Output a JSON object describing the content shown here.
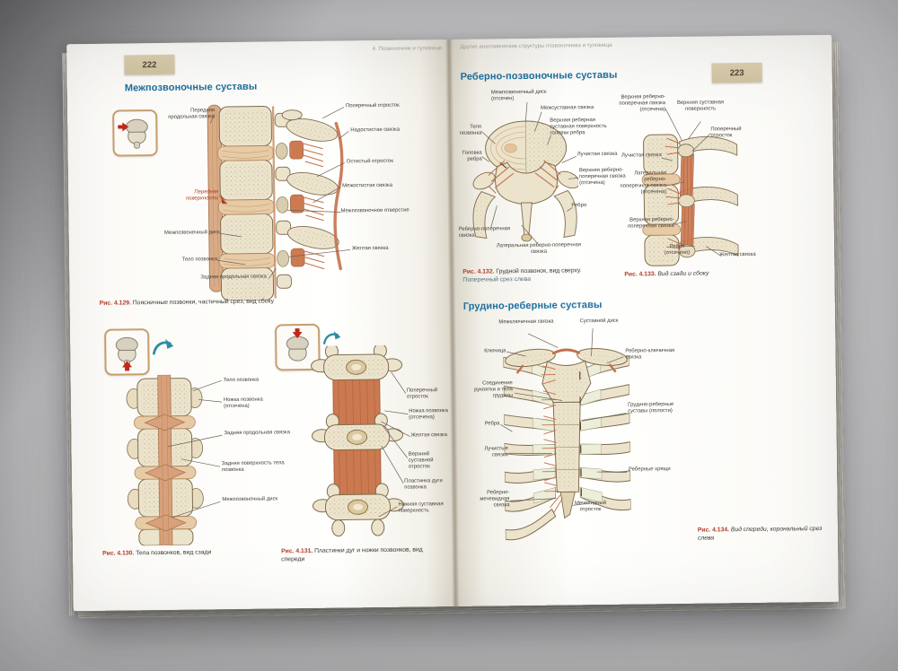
{
  "colors": {
    "section_title": "#1e6f9e",
    "caption_number": "#b23b26",
    "tab_background": "#d7caa8",
    "ligament_accent": "#c4704b"
  },
  "left_page": {
    "page_number": "222",
    "running_header": "4. Позвоночник и туловище",
    "section_title": "Межпозвоночные суставы",
    "fig129": {
      "labels": [
        "Передняя продольная связка",
        "Передняя поверхность",
        "Межпозвоночный диск",
        "Тело позвонка",
        "Задняя продольная связка",
        "Поперечный отросток",
        "Надостистая связка",
        "Остистый отросток",
        "Межостистая связка",
        "Межпозвоночное отверстие",
        "Желтая связка"
      ],
      "caption_label": "Рис. 4.129.",
      "caption_text": "Поясничные позвонки, частичный срез, вид сбоку"
    },
    "fig130": {
      "labels": [
        "Тело позвонка",
        "Ножка позвонка (отсечена)",
        "Задняя продольная связка",
        "Задняя поверхность тела позвонка",
        "Межпозвоночный диск"
      ],
      "caption_label": "Рис. 4.130.",
      "caption_text": "Тела позвонков, вид сзади"
    },
    "fig131": {
      "labels": [
        "Поперечный отросток",
        "Ножка позвонка (отсечена)",
        "Желтая связка",
        "Верхний суставной отросток",
        "Пластинка дуги позвонка",
        "Нижняя суставная поверхность"
      ],
      "caption_label": "Рис. 4.131.",
      "caption_text": "Пластинки дуг и ножки позвонков, вид спереди"
    }
  },
  "right_page": {
    "page_number": "223",
    "running_header": "Другие анатомические структуры позвоночника и туловища",
    "section_title_costovertebral": "Реберно-позвоночные суставы",
    "section_title_sternocostal": "Грудино-реберные суставы",
    "fig132": {
      "labels": [
        "Межпозвоночный диск (отсечен)",
        "Межсуставная связка",
        "Верхняя реберная суставная поверхность головки ребра",
        "Лучистая связка",
        "Верхняя реберно-поперечная связка (отсечена)",
        "Ребро",
        "Тело позвонка",
        "Головка ребра",
        "Реберно-поперечная связка",
        "Латеральная реберно-поперечная связка"
      ],
      "caption_label": "Рис. 4.132.",
      "caption_text": "Грудной позвонок, вид сверху.",
      "caption_text2": "Поперечный срез слева"
    },
    "fig133": {
      "labels": [
        "Верхняя реберно-поперечная связка (отсечена)",
        "Верхняя суставная поверхность",
        "Поперечный отросток",
        "Лучистая связка",
        "Латеральная реберно-поперечная связка (отсечена)",
        "Верхняя реберно-поперечная связка",
        "Ребро (отсечено)",
        "Желтая связка"
      ],
      "caption_label": "Рис. 4.133.",
      "caption_text": "Вид сзади и сбоку"
    },
    "fig134": {
      "labels": [
        "Межключичная связка",
        "Суставной диск",
        "Ключица",
        "Реберно-ключичная связка",
        "Соединение рукоятки и тела грудины",
        "Грудино-реберные суставы (полости)",
        "Ребра",
        "Лучистые связки",
        "Реберные хрящи",
        "Реберно-мечевидная связка",
        "Мечевидный отросток"
      ],
      "caption_label": "Рис. 4.134.",
      "caption_text": "Вид спереди, корональный срез слева"
    }
  }
}
